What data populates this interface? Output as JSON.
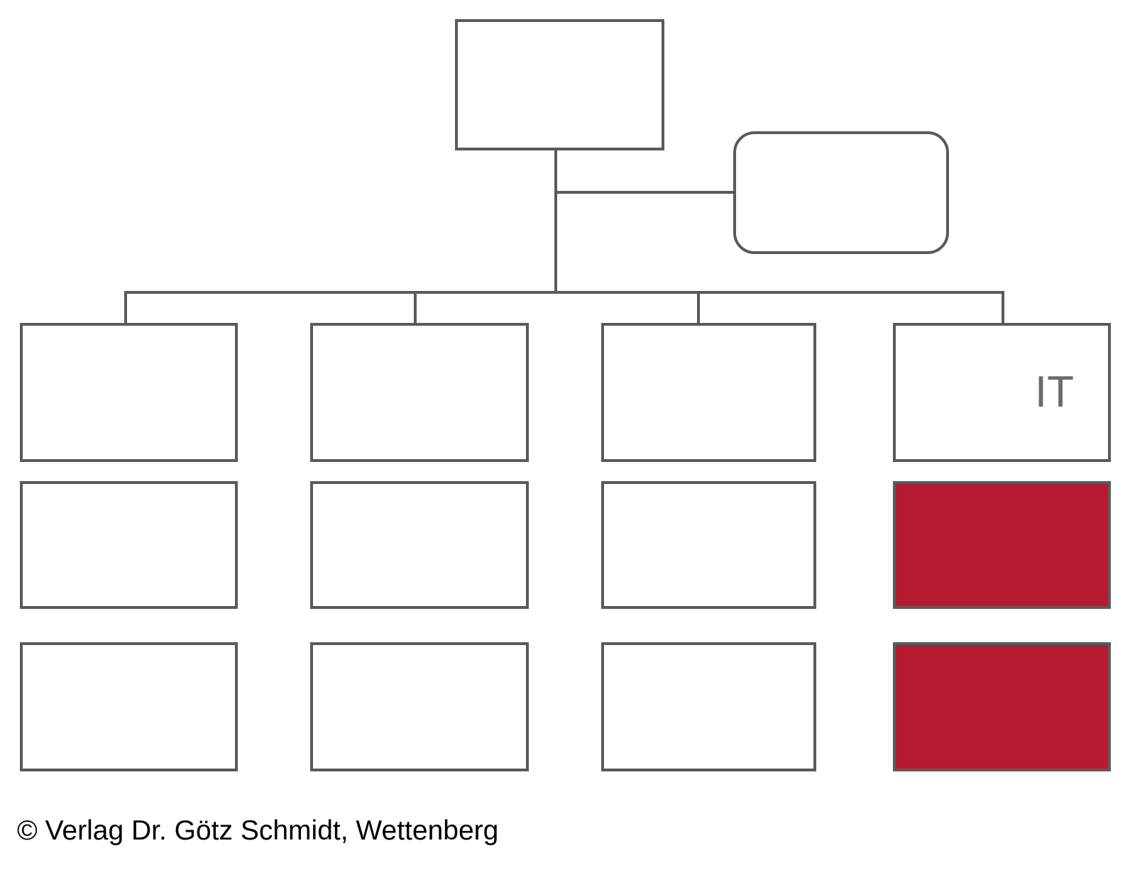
{
  "diagram": {
    "type": "organizational-chart",
    "title": "",
    "accent_color": "#b51a30",
    "line_color": "#5a5a5c",
    "box_fill": "#ffffff",
    "label_color": "#6b6b6d",
    "nodes": {
      "root": {
        "label": "",
        "shape": "rectangle"
      },
      "staff": {
        "label": "",
        "shape": "rounded-rectangle"
      },
      "departments": [
        {
          "label": "",
          "shape": "rectangle",
          "fill": "#ffffff"
        },
        {
          "label": "",
          "shape": "rectangle",
          "fill": "#ffffff"
        },
        {
          "label": "",
          "shape": "rectangle",
          "fill": "#ffffff"
        },
        {
          "label": "IT",
          "shape": "rectangle",
          "fill": "#ffffff"
        }
      ],
      "row2": [
        {
          "label": "",
          "shape": "rectangle",
          "fill": "#ffffff"
        },
        {
          "label": "",
          "shape": "rectangle",
          "fill": "#ffffff"
        },
        {
          "label": "",
          "shape": "rectangle",
          "fill": "#ffffff"
        },
        {
          "label": "",
          "shape": "rectangle",
          "fill": "#b51a30"
        }
      ],
      "row3": [
        {
          "label": "",
          "shape": "rectangle",
          "fill": "#ffffff"
        },
        {
          "label": "",
          "shape": "rectangle",
          "fill": "#ffffff"
        },
        {
          "label": "",
          "shape": "rectangle",
          "fill": "#ffffff"
        },
        {
          "label": "",
          "shape": "rectangle",
          "fill": "#b51a30"
        }
      ]
    }
  },
  "footer": {
    "copyright": "© Verlag Dr. Götz Schmidt, Wettenberg"
  }
}
